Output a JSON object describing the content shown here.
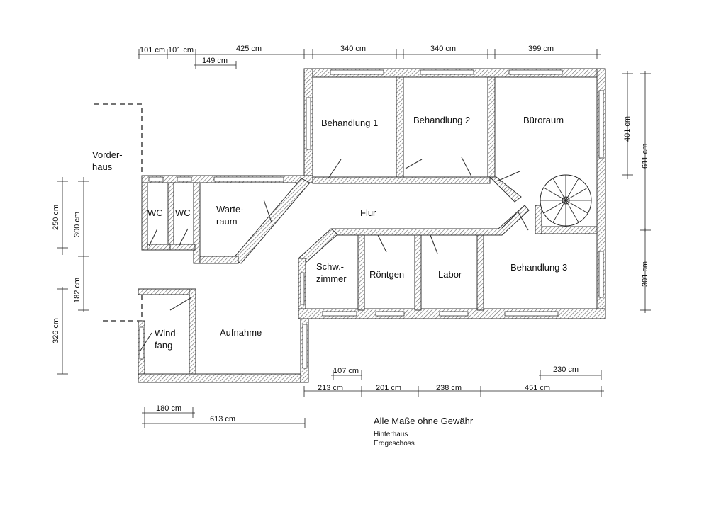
{
  "plan": {
    "rooms": {
      "behandlung1": "Behandlung 1",
      "behandlung2": "Behandlung 2",
      "bueroraum": "Büroraum",
      "vorderhaus_1": "Vorder-",
      "vorderhaus_2": "haus",
      "wc1": "WC",
      "wc2": "WC",
      "warteraum_1": "Warte-",
      "warteraum_2": "raum",
      "flur": "Flur",
      "schwzimmer_1": "Schw.-",
      "schwzimmer_2": "zimmer",
      "roentgen": "Röntgen",
      "labor": "Labor",
      "behandlung3": "Behandlung 3",
      "windfang_1": "Wind-",
      "windfang_2": "fang",
      "aufnahme": "Aufnahme"
    },
    "dimensions": {
      "top_101a": "101 cm",
      "top_101b": "101 cm",
      "top_425": "425 cm",
      "top_149": "149 cm",
      "top_340a": "340 cm",
      "top_340b": "340 cm",
      "top_399": "399 cm",
      "left_250": "250 cm",
      "left_300": "300 cm",
      "left_182": "182 cm",
      "left_326": "326 cm",
      "right_401": "401 cm",
      "right_611": "611 cm",
      "right_301": "301 cm",
      "bot_107": "107 cm",
      "bot_213": "213 cm",
      "bot_201": "201 cm",
      "bot_238": "238 cm",
      "bot_451": "451 cm",
      "bot_230": "230 cm",
      "bot_180": "180 cm",
      "bot_613": "613 cm"
    },
    "notes": {
      "disclaimer": "Alle Maße ohne Gewähr",
      "building": "Hinterhaus",
      "floor": "Erdgeschoss"
    }
  }
}
